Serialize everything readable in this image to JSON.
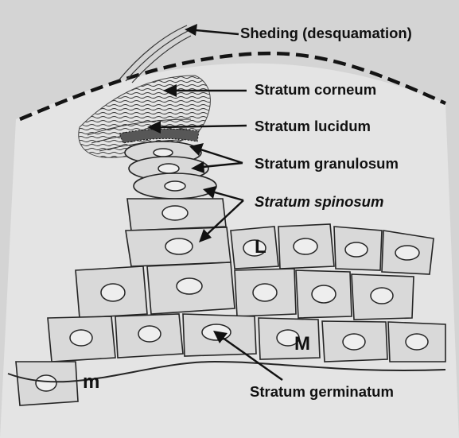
{
  "labels": {
    "shedding": "Sheding (desquamation)",
    "corneum": "Stratum corneum",
    "lucidum": "Stratum lucidum",
    "granulosum": "Stratum granulosum",
    "spinosum": "Stratum spinosum",
    "germinatum": "Stratum germinatum"
  },
  "cell_marks": {
    "L": "L",
    "M": "M",
    "m": "m"
  }
}
